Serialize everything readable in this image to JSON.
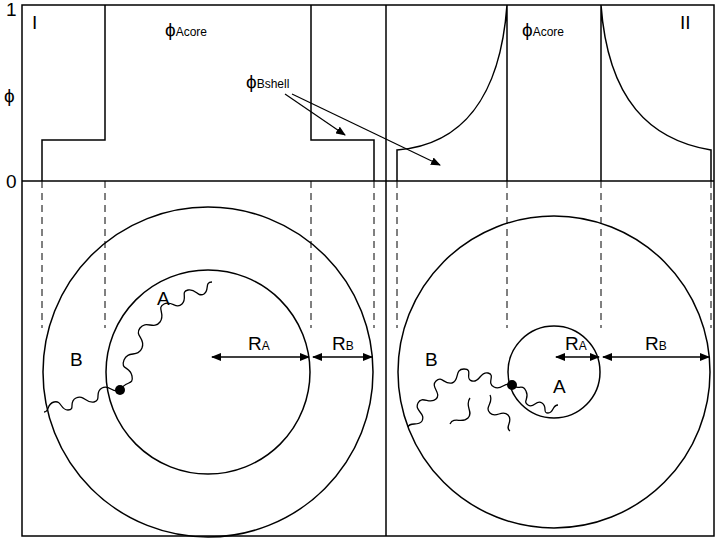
{
  "diagram": {
    "nodes": [
      {
        "text": [
          "B"
        ]
      },
      {
        "text": [
          "A"
        ],
        "in": 0
      },
      {
        "text": [
          "B"
        ]
      },
      {
        "text": [
          "A"
        ],
        "in": 2
      }
    ],
    "labels": [
      "1",
      "0",
      "ϕ",
      "I",
      "ϕAcore",
      "ϕBshell",
      "ϕAcore",
      "II",
      "RA",
      "RB",
      "RA",
      "RB"
    ]
  }
}
